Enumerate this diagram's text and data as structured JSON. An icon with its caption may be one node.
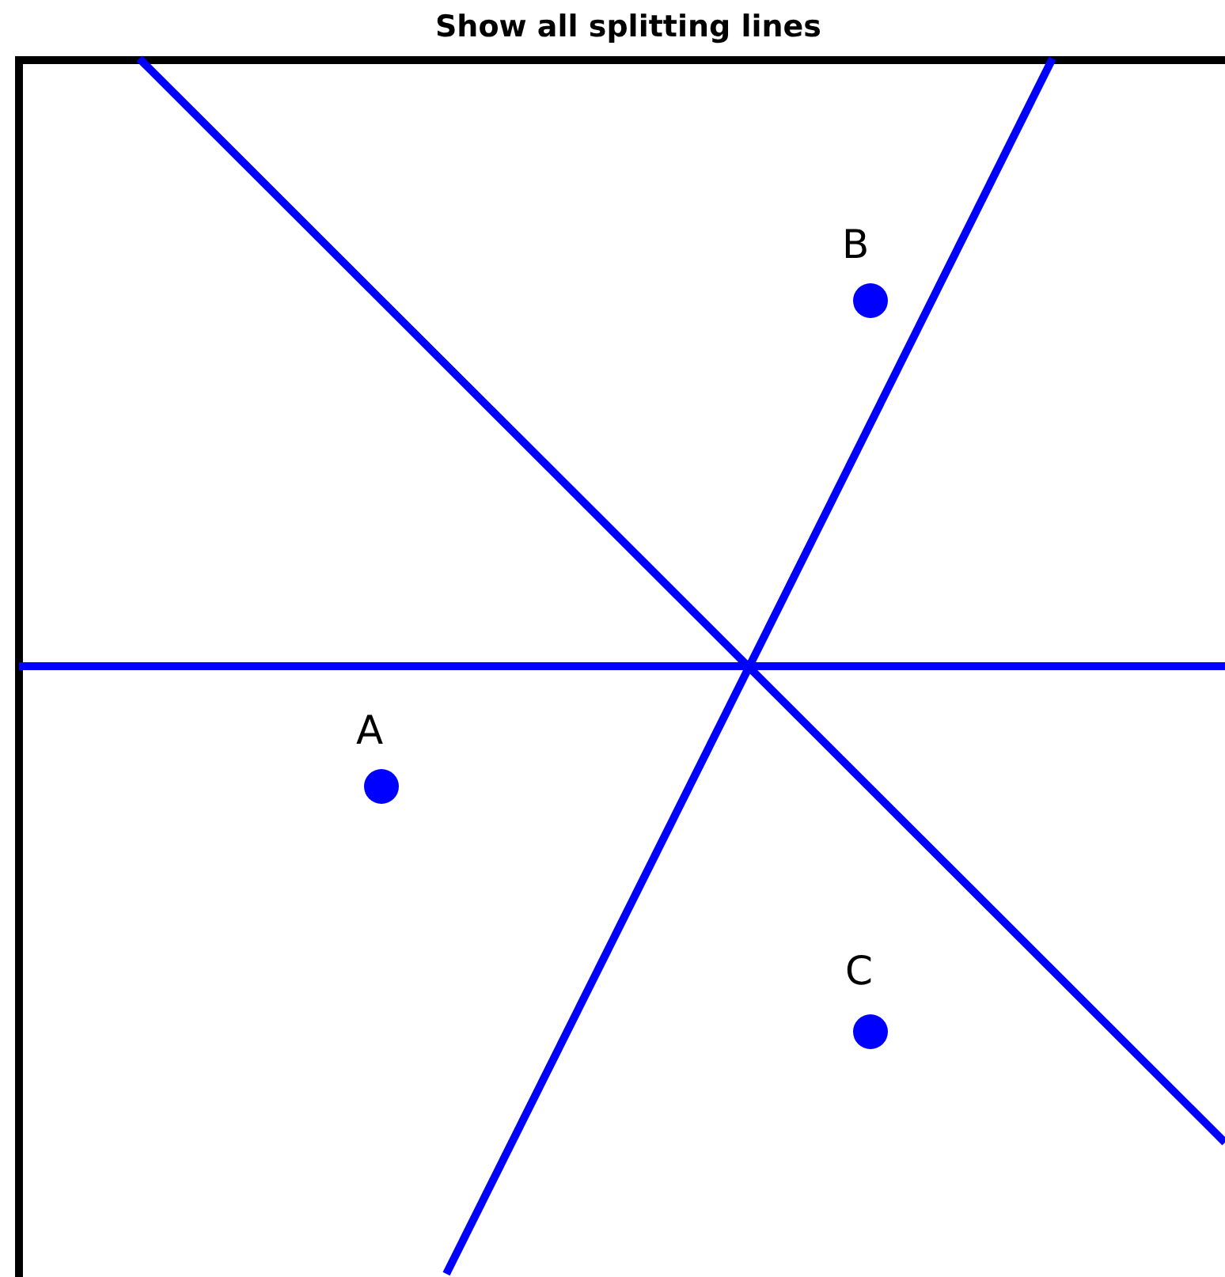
{
  "diagram": {
    "title": "Show all splitting lines",
    "labels": [
      "B",
      "A",
      "C"
    ]
  }
}
